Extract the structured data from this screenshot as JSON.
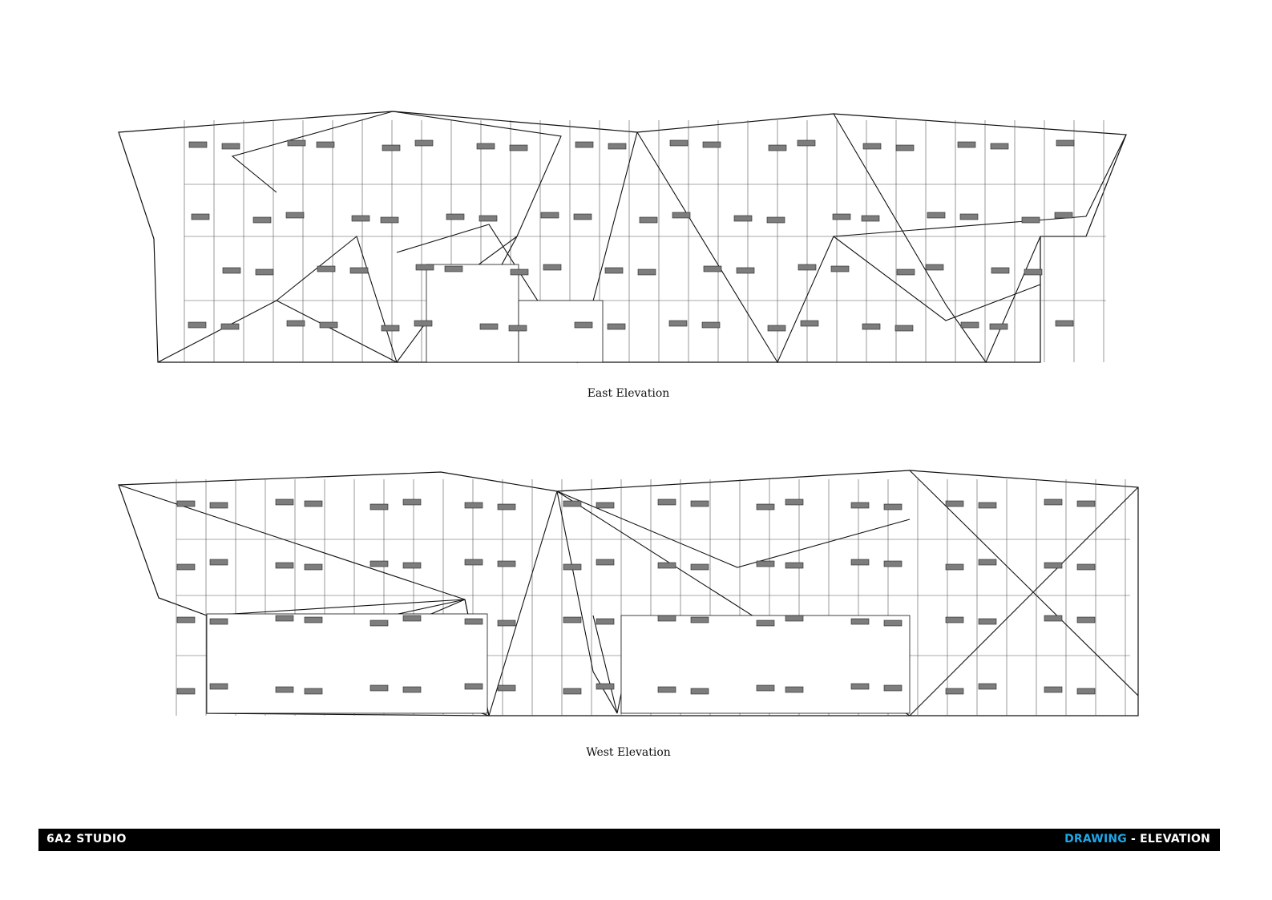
{
  "drawings": [
    {
      "id": "east",
      "caption": "East Elevation"
    },
    {
      "id": "west",
      "caption": "West Elevation"
    }
  ],
  "footer": {
    "studio": "6A2 STUDIO",
    "sheet_accent": "DRAWING",
    "sheet_separator": " - ",
    "sheet_title": "ELEVATION"
  },
  "colors": {
    "footer_bg": "#000000",
    "accent": "#1ea7e8",
    "line": "#111111",
    "panel_tag": "#7d7d7d"
  }
}
